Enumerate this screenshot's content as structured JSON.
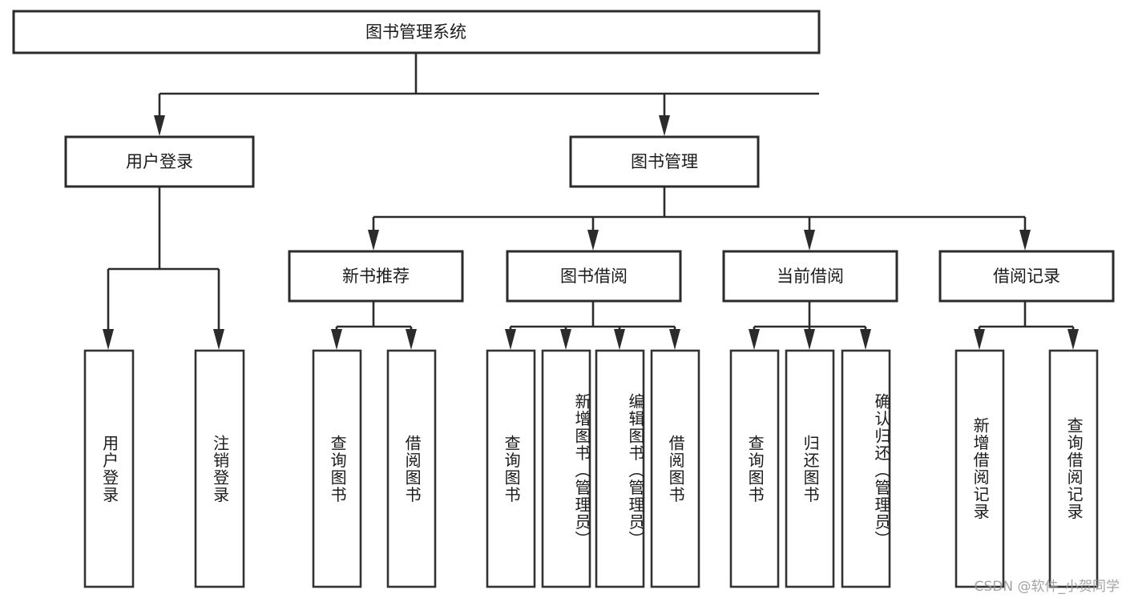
{
  "diagram": {
    "kind": "tree-hierarchy-diagram",
    "title": "图书管理系统",
    "root": {
      "label": "图书管理系统",
      "orientation": "horizontal"
    },
    "level2": [
      {
        "label": "用户登录",
        "orientation": "horizontal"
      },
      {
        "label": "图书管理",
        "orientation": "horizontal"
      }
    ],
    "level3": [
      {
        "label": "新书推荐",
        "orientation": "horizontal",
        "parent": "图书管理"
      },
      {
        "label": "图书借阅",
        "orientation": "horizontal",
        "parent": "图书管理"
      },
      {
        "label": "当前借阅",
        "orientation": "horizontal",
        "parent": "图书管理"
      },
      {
        "label": "借阅记录",
        "orientation": "horizontal",
        "parent": "图书管理"
      }
    ],
    "leaves": {
      "user_login": [
        {
          "label": "用户登录",
          "orientation": "vertical"
        },
        {
          "label": "注销登录",
          "orientation": "vertical"
        }
      ],
      "new_book_recommend": [
        {
          "label": "查询图书",
          "orientation": "vertical"
        },
        {
          "label": "借阅图书",
          "orientation": "vertical"
        }
      ],
      "book_borrow": [
        {
          "label": "查询图书",
          "orientation": "vertical"
        },
        {
          "label": "新增图书（管理员）",
          "orientation": "vertical"
        },
        {
          "label": "编辑图书（管理员）",
          "orientation": "vertical"
        },
        {
          "label": "借阅图书",
          "orientation": "vertical"
        }
      ],
      "current_borrow": [
        {
          "label": "查询图书",
          "orientation": "vertical"
        },
        {
          "label": "归还图书",
          "orientation": "vertical"
        },
        {
          "label": "确认归还（管理员）",
          "orientation": "vertical"
        }
      ],
      "borrow_record": [
        {
          "label": "新增借阅记录",
          "orientation": "vertical"
        },
        {
          "label": "查询借阅记录",
          "orientation": "vertical"
        }
      ]
    },
    "watermark": "CSDN @软件_小贺同学",
    "colors": {
      "background": "#ffffff",
      "box_fill": "#ffffff",
      "box_stroke": "#2b2b2b",
      "connector": "#2b2b2b",
      "text": "#1b1b1b",
      "watermark": "#9a9a9a"
    }
  }
}
